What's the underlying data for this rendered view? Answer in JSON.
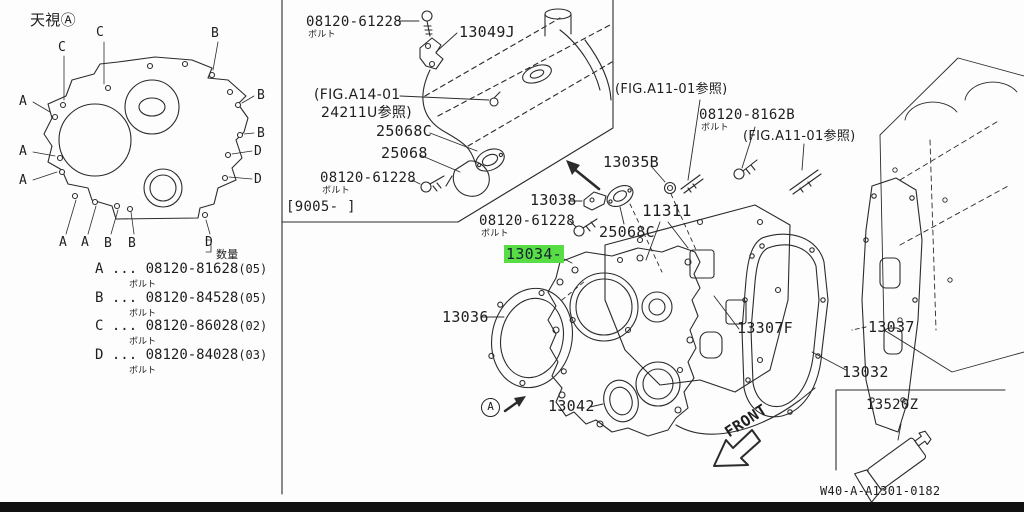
{
  "colors": {
    "highlight": "#58dd44",
    "line": "#2b2b2b",
    "bar": "#111111"
  },
  "left_panel": {
    "view_title": "天視Ⓐ",
    "quantity_label": "数量",
    "callouts": [
      "C",
      "C",
      "B",
      "A",
      "A",
      "A",
      "B",
      "B",
      "D",
      "D",
      "A",
      "A",
      "B",
      "B",
      "D"
    ],
    "bolt_list": [
      {
        "letter": "A",
        "dots": "...",
        "number": "08120-81628",
        "qty": "(05)",
        "type": "ボルト"
      },
      {
        "letter": "B",
        "dots": "...",
        "number": "08120-84528",
        "qty": "(05)",
        "type": "ボルト"
      },
      {
        "letter": "C",
        "dots": "...",
        "number": "08120-86028",
        "qty": "(02)",
        "type": "ボルト"
      },
      {
        "letter": "D",
        "dots": "...",
        "number": "08120-84028",
        "qty": "(03)",
        "type": "ボルト"
      }
    ]
  },
  "inset": {
    "bolt_top": {
      "number": "08120-61228",
      "type": "ボルト"
    },
    "part_13049j": "13049J",
    "fig_ref_line1": "(FIG.A14-01",
    "fig_ref_line2": "24211U参照)",
    "part_25068c": "25068C",
    "part_25068": "25068",
    "bolt_bottom": {
      "number": "08120-61228",
      "type": "ボルト"
    },
    "date_range": "[9005-      ]"
  },
  "main": {
    "fig_ref_a11_1": "(FIG.A11-01参照)",
    "bolt_8162": {
      "number": "08120-8162B",
      "type": "ボルト"
    },
    "fig_ref_a11_2": "(FIG.A11-01参照)",
    "part_13035b": "13035B",
    "part_13038": "13038",
    "bolt_61228": {
      "number": "08120-61228",
      "type": "ボルト"
    },
    "part_25068c": "25068C",
    "part_11311": "11311",
    "part_13034": "13034-",
    "part_13036": "13036",
    "part_13042": "13042",
    "part_13307f": "13307F",
    "part_13037": "13037",
    "part_13032": "13032",
    "view_marker": "A",
    "front_label": "FRONT",
    "part_13520z": "13520Z"
  },
  "footer": {
    "drawing_code": "W40-A-A1301-0182"
  }
}
